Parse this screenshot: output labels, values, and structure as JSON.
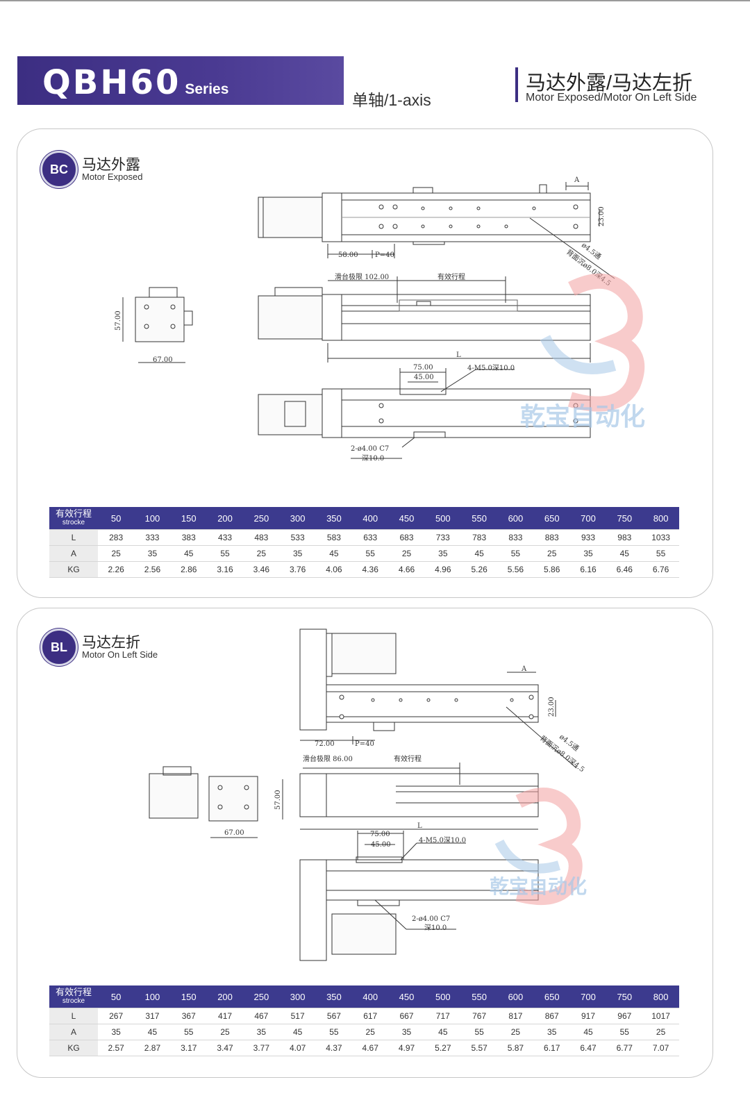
{
  "header": {
    "series_main": "QBH60",
    "series_sub": "Series",
    "axis": "单轴/1-axis",
    "title_cn": "马达外露/马达左折",
    "title_en": "Motor Exposed/Motor On Left Side"
  },
  "sections": [
    {
      "badge": "BC",
      "title_cn": "马达外露",
      "title_en": "Motor Exposed",
      "drawing": {
        "dim_58": "58.00",
        "dim_p40": "P=40",
        "dim_a": "A",
        "dim_23": "23.00",
        "hole_note_1": "ø4.5通",
        "hole_note_2": "背面沉ø8.0深4.5",
        "slide_limit": "滑台极限 102.00",
        "stroke": "有效行程",
        "dim_l": "L",
        "dim_57": "57.00",
        "dim_67": "67.00",
        "dim_75": "75.00",
        "dim_45": "45.00",
        "thread_note": "4-M5.0深10.0",
        "pin_note_1": "2-ø4.00  C7",
        "pin_note_2": "深10.0",
        "watermark": "乾宝自动化"
      },
      "table": {
        "header_cn": "有效行程",
        "header_en": "strocke",
        "strokes": [
          "50",
          "100",
          "150",
          "200",
          "250",
          "300",
          "350",
          "400",
          "450",
          "500",
          "550",
          "600",
          "650",
          "700",
          "750",
          "800"
        ],
        "rows": [
          {
            "label": "L",
            "values": [
              "283",
              "333",
              "383",
              "433",
              "483",
              "533",
              "583",
              "633",
              "683",
              "733",
              "783",
              "833",
              "883",
              "933",
              "983",
              "1033"
            ]
          },
          {
            "label": "A",
            "values": [
              "25",
              "35",
              "45",
              "55",
              "25",
              "35",
              "45",
              "55",
              "25",
              "35",
              "45",
              "55",
              "25",
              "35",
              "45",
              "55"
            ]
          },
          {
            "label": "KG",
            "values": [
              "2.26",
              "2.56",
              "2.86",
              "3.16",
              "3.46",
              "3.76",
              "4.06",
              "4.36",
              "4.66",
              "4.96",
              "5.26",
              "5.56",
              "5.86",
              "6.16",
              "6.46",
              "6.76"
            ]
          }
        ]
      }
    },
    {
      "badge": "BL",
      "title_cn": "马达左折",
      "title_en": "Motor On Left Side",
      "drawing": {
        "dim_72": "72.00",
        "dim_p40": "P=40",
        "dim_a": "A",
        "dim_23": "23.00",
        "hole_note_1": "ø4.5通",
        "hole_note_2": "背面沉ø8.0深4.5",
        "slide_limit": "滑台极限 86.00",
        "stroke": "有效行程",
        "dim_l": "L",
        "dim_57": "57.00",
        "dim_67": "67.00",
        "dim_75": "75.00",
        "dim_45": "45.00",
        "thread_note": "4-M5.0深10.0",
        "pin_note_1": "2-ø4.00  C7",
        "pin_note_2": "深10.0",
        "watermark": "乾宝自动化"
      },
      "table": {
        "header_cn": "有效行程",
        "header_en": "strocke",
        "strokes": [
          "50",
          "100",
          "150",
          "200",
          "250",
          "300",
          "350",
          "400",
          "450",
          "500",
          "550",
          "600",
          "650",
          "700",
          "750",
          "800"
        ],
        "rows": [
          {
            "label": "L",
            "values": [
              "267",
              "317",
              "367",
              "417",
              "467",
              "517",
              "567",
              "617",
              "667",
              "717",
              "767",
              "817",
              "867",
              "917",
              "967",
              "1017"
            ]
          },
          {
            "label": "A",
            "values": [
              "35",
              "45",
              "55",
              "25",
              "35",
              "45",
              "55",
              "25",
              "35",
              "45",
              "55",
              "25",
              "35",
              "45",
              "55",
              "25"
            ]
          },
          {
            "label": "KG",
            "values": [
              "2.57",
              "2.87",
              "3.17",
              "3.47",
              "3.77",
              "4.07",
              "4.37",
              "4.67",
              "4.97",
              "5.27",
              "5.57",
              "5.87",
              "6.17",
              "6.47",
              "6.77",
              "7.07"
            ]
          }
        ]
      }
    }
  ]
}
